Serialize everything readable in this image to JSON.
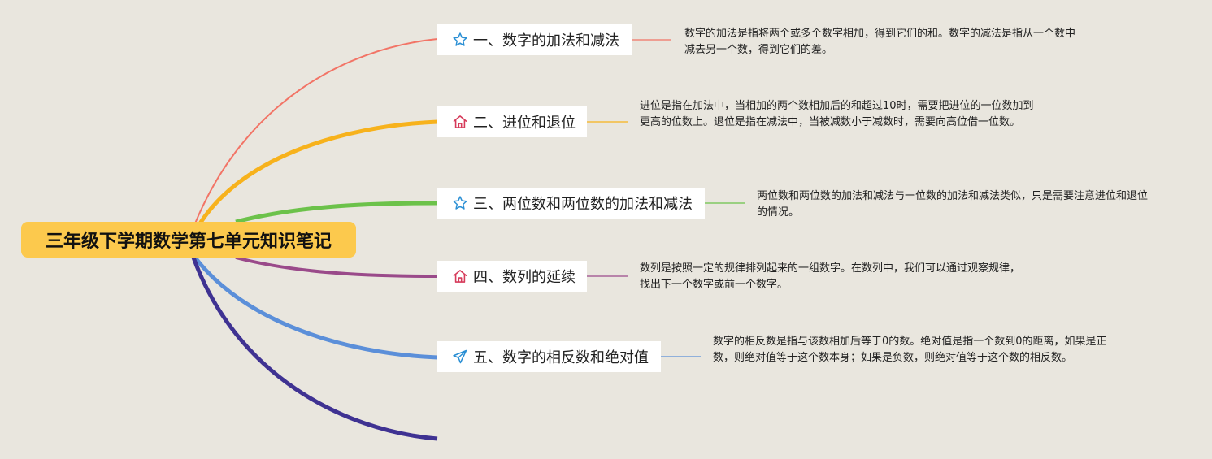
{
  "title": "三年级下学期数学第七单元知识笔记",
  "colors": {
    "background": "#e9e6de",
    "root": "#fcc94d",
    "branch1": "#f27466",
    "branch2": "#f7b21c",
    "branch3": "#6cc24a",
    "branch4": "#9a4a8a",
    "branch5": "#5b8fd9",
    "branch6": "#3f3292"
  },
  "branches": [
    {
      "label": "一、数字的加法和减法",
      "icon": "star-icon",
      "note": "数字的加法是指将两个或多个数字相加，得到它们的和。数字的减法是指从一个数中减去另一个数，得到它们的差。"
    },
    {
      "label": "二、进位和退位",
      "icon": "home-icon",
      "note": "进位是指在加法中，当相加的两个数相加后的和超过10时，需要把进位的一位数加到更高的位数上。退位是指在减法中，当被减数小于减数时，需要向高位借一位数。"
    },
    {
      "label": "三、两位数和两位数的加法和减法",
      "icon": "star-icon",
      "note": "两位数和两位数的加法和减法与一位数的加法和减法类似，只是需要注意进位和退位的情况。"
    },
    {
      "label": "四、数列的延续",
      "icon": "home-icon",
      "note": "数列是按照一定的规律排列起来的一组数字。在数列中，我们可以通过观察规律，找出下一个数字或前一个数字。"
    },
    {
      "label": "五、数字的相反数和绝对值",
      "icon": "paper-plane-icon",
      "note": "数字的相反数是指与该数相加后等于0的数。绝对值是指一个数到0的距离，如果是正数，则绝对值等于这个数本身；如果是负数，则绝对值等于这个数的相反数。"
    }
  ]
}
